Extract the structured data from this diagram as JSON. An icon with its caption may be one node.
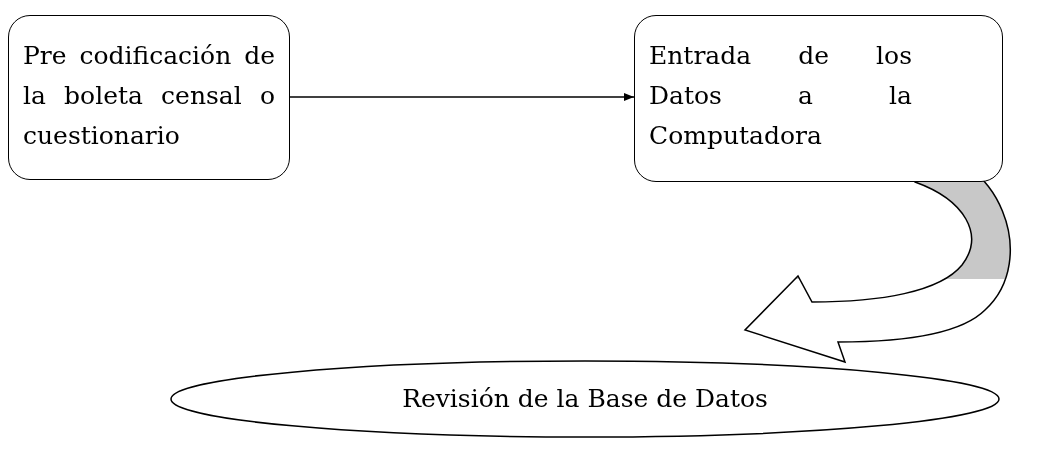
{
  "diagram": {
    "nodes": [
      {
        "text": [
          "Pre codificación de la boleta censal o cuestionario"
        ]
      },
      {
        "text": [
          "Entrada de los Datos a la Computadora"
        ]
      },
      {
        "text": [
          "Revisión de la Base de Datos"
        ]
      }
    ],
    "edges": [
      {
        "from": 0,
        "to": 1,
        "arrow": "to"
      },
      {
        "from": 1,
        "to": 2,
        "arrow": "to",
        "style": "thick"
      }
    ]
  }
}
